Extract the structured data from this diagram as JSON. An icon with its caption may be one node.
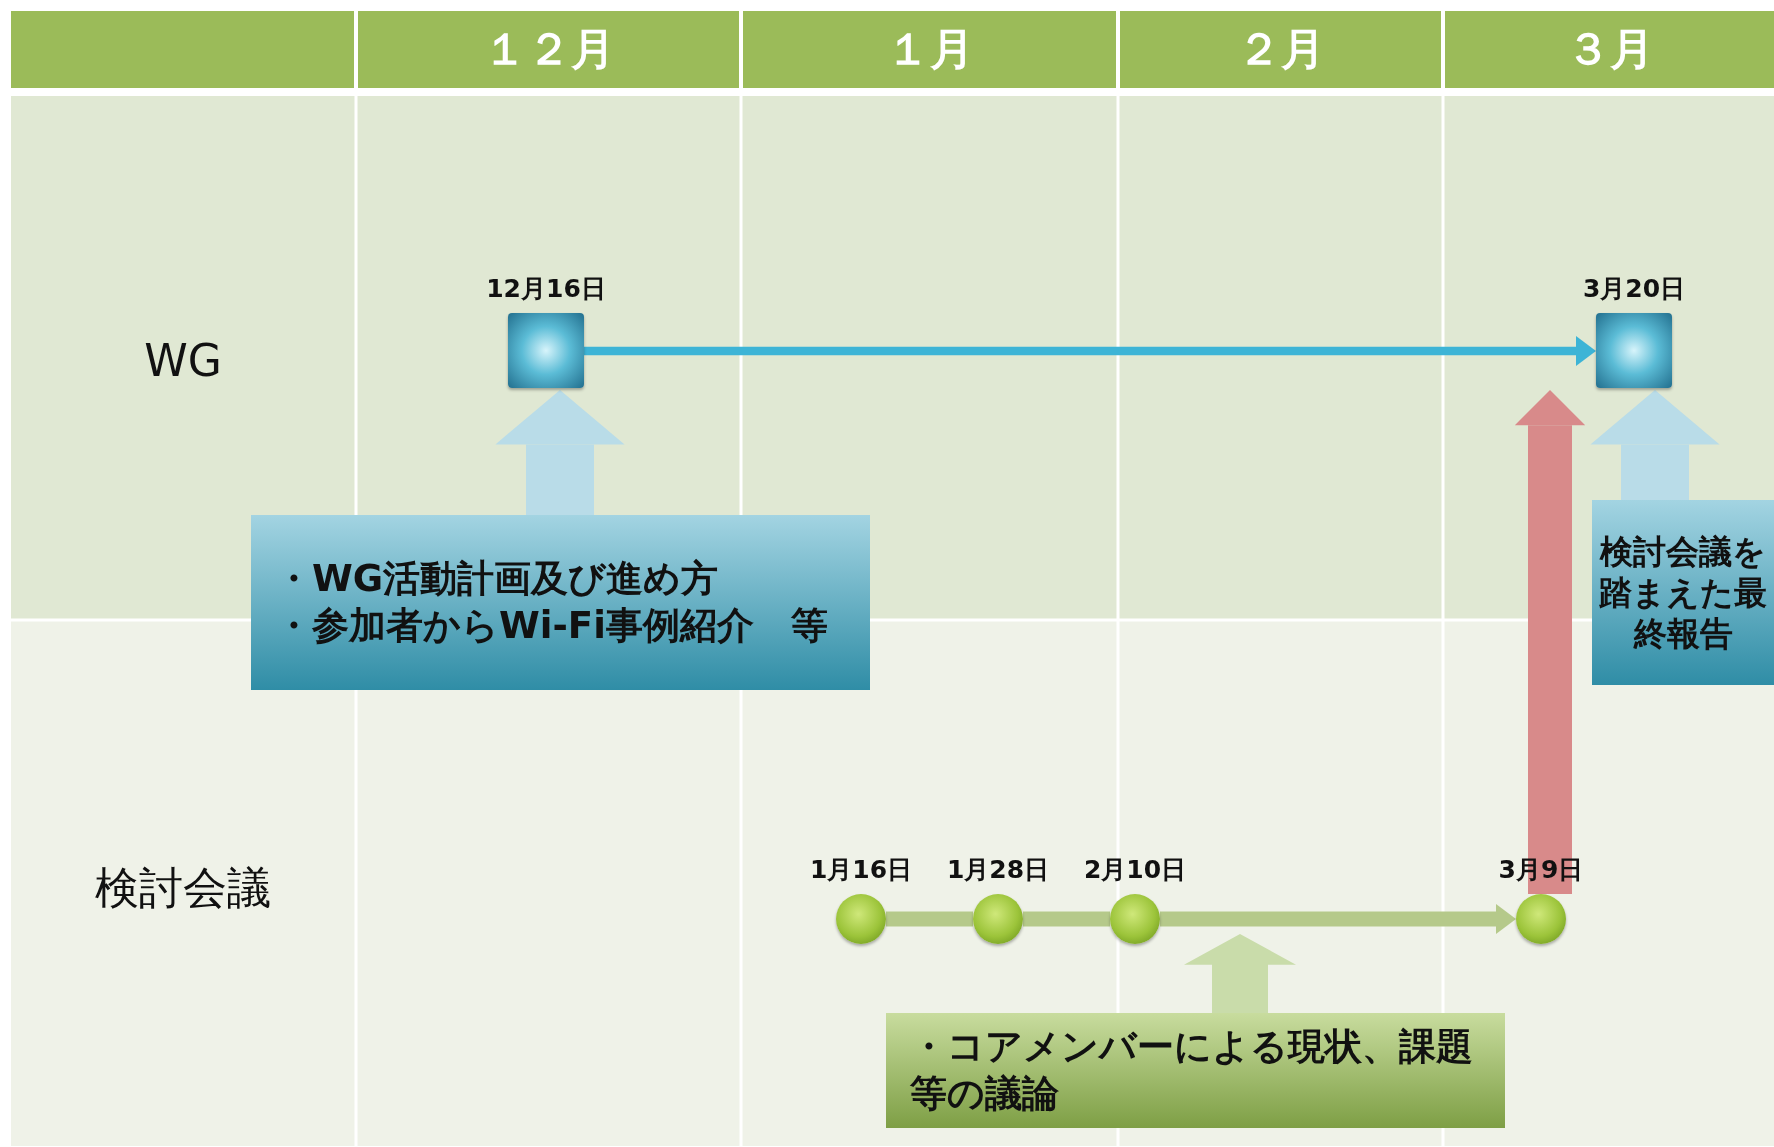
{
  "diagram": {
    "nodes": [
      {
        "text": [],
        "shape": "box",
        "beside": [
          "12月16日"
        ]
      },
      {
        "text": [],
        "shape": "box",
        "beside": [
          "3月20日"
        ]
      },
      {
        "text": [
          "・WG活動計画及び進め方",
          "・参加者からWi-Fi事例紹介　等"
        ]
      },
      {
        "text": [
          "検討会議を踏まえた最終報告"
        ]
      },
      {
        "text": [],
        "shape": "circle",
        "beside": [
          "1月16日"
        ]
      },
      {
        "text": [],
        "shape": "circle",
        "beside": [
          "1月28日"
        ]
      },
      {
        "text": [],
        "shape": "circle",
        "beside": [
          "2月10日"
        ]
      },
      {
        "text": [],
        "shape": "circle",
        "beside": [
          "3月9日"
        ]
      },
      {
        "text": [
          "・コアメンバーによる現状、課題等の議論"
        ]
      }
    ],
    "edges": [
      {
        "from": 0,
        "to": 1,
        "arrow": "to",
        "color": "#3db4d6"
      },
      {
        "from": 4,
        "to": 5,
        "arrow": "none",
        "color": "#b5c98a"
      },
      {
        "from": 5,
        "to": 6,
        "arrow": "none",
        "color": "#b5c98a"
      },
      {
        "from": 6,
        "to": 7,
        "arrow": "to",
        "color": "#b5c98a"
      },
      {
        "from": 7,
        "to": 1,
        "arrow": "to",
        "color": "#d88a8a",
        "style": "thick"
      },
      {
        "from": 2,
        "to": 0,
        "arrow": "to",
        "color": "#b9dce8",
        "style": "thick"
      },
      {
        "from": 3,
        "to": 1,
        "arrow": "to",
        "color": "#b9dce8",
        "style": "thick"
      },
      {
        "from": 8,
        "to": null,
        "arrow": "to",
        "color": "#c9dcaa",
        "style": "thick"
      }
    ],
    "labels": [
      "１２月",
      "１月",
      "２月",
      "３月",
      "WG",
      "検討会議"
    ]
  }
}
